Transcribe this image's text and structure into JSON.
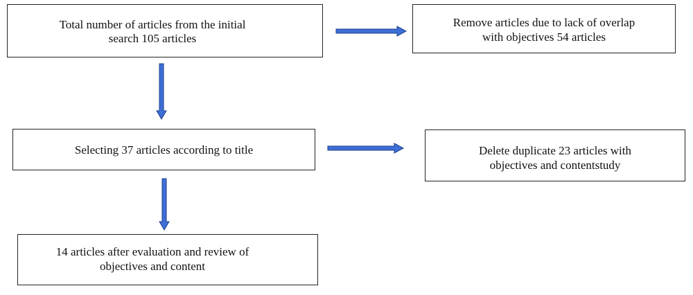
{
  "flow": {
    "step1": {
      "line1": "Total number of articles from the initial",
      "line2": "search 105 articles"
    },
    "excluded1": {
      "line1": "Remove articles due to lack of overlap",
      "line2": "with objectives 54 articles"
    },
    "step2": {
      "line1": "Selecting 37 articles according to title"
    },
    "excluded2": {
      "line1": "Delete duplicate 23 articles with",
      "line2": "objectives and contentstudy"
    },
    "step3": {
      "line1": "14 articles after evaluation and review of",
      "line2": "objectives and content"
    }
  },
  "colors": {
    "arrow_fill": "#3d6fd6",
    "arrow_stroke": "#1f3f8c",
    "box_border": "#222222"
  }
}
